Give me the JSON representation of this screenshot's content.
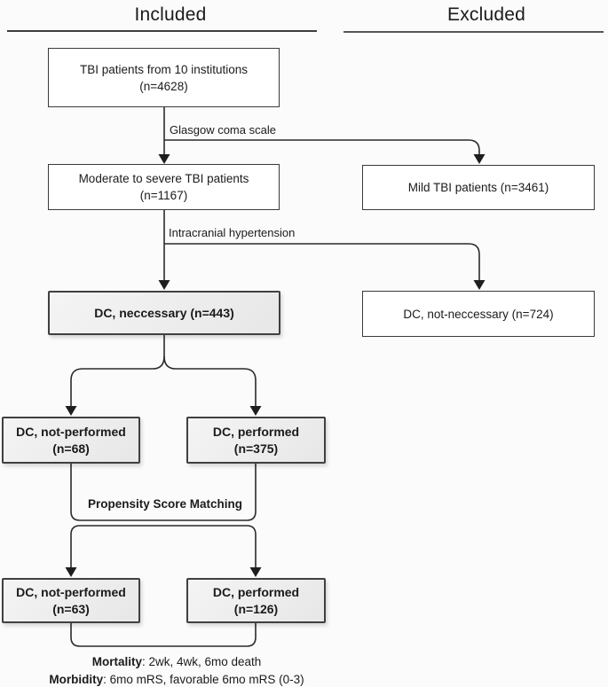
{
  "headers": {
    "included": "Included",
    "excluded": "Excluded"
  },
  "boxes": {
    "tbi": {
      "line1": "TBI patients from 10 institutions",
      "line2": "(n=4628)"
    },
    "moderate": {
      "line1": "Moderate to severe TBI patients",
      "line2": "(n=1167)"
    },
    "mild": {
      "line1": "Mild TBI patients (n=3461)"
    },
    "dc_necessary": {
      "line1": "DC, neccessary (n=443)"
    },
    "dc_not_necessary": {
      "line1": "DC, not-neccessary (n=724)"
    },
    "dc_not_performed_unmatched": {
      "line1": "DC, not-performed",
      "line2": "(n=68)"
    },
    "dc_performed_unmatched": {
      "line1": "DC, performed",
      "line2": "(n=375)"
    },
    "dc_not_performed_matched": {
      "line1": "DC, not-performed",
      "line2": "(n=63)"
    },
    "dc_performed_matched": {
      "line1": "DC, performed",
      "line2": "(n=126)"
    }
  },
  "edge_labels": {
    "glasgow": "Glasgow coma scale",
    "intracranial": "Intracranial hypertension",
    "psm": "Propensity Score Matching"
  },
  "footnotes": {
    "mortality_label": "Mortality",
    "mortality_text": ": 2wk, 4wk, 6mo death",
    "morbidity_label": "Morbidity",
    "morbidity_text": ": 6mo mRS, favorable 6mo mRS (0-3)"
  },
  "colors": {
    "background": "#fbfbfb",
    "line": "#2b2b2b",
    "box_border": "#3a3a3a",
    "shaded_fill": "#ededed",
    "text": "#1b1b1b"
  }
}
